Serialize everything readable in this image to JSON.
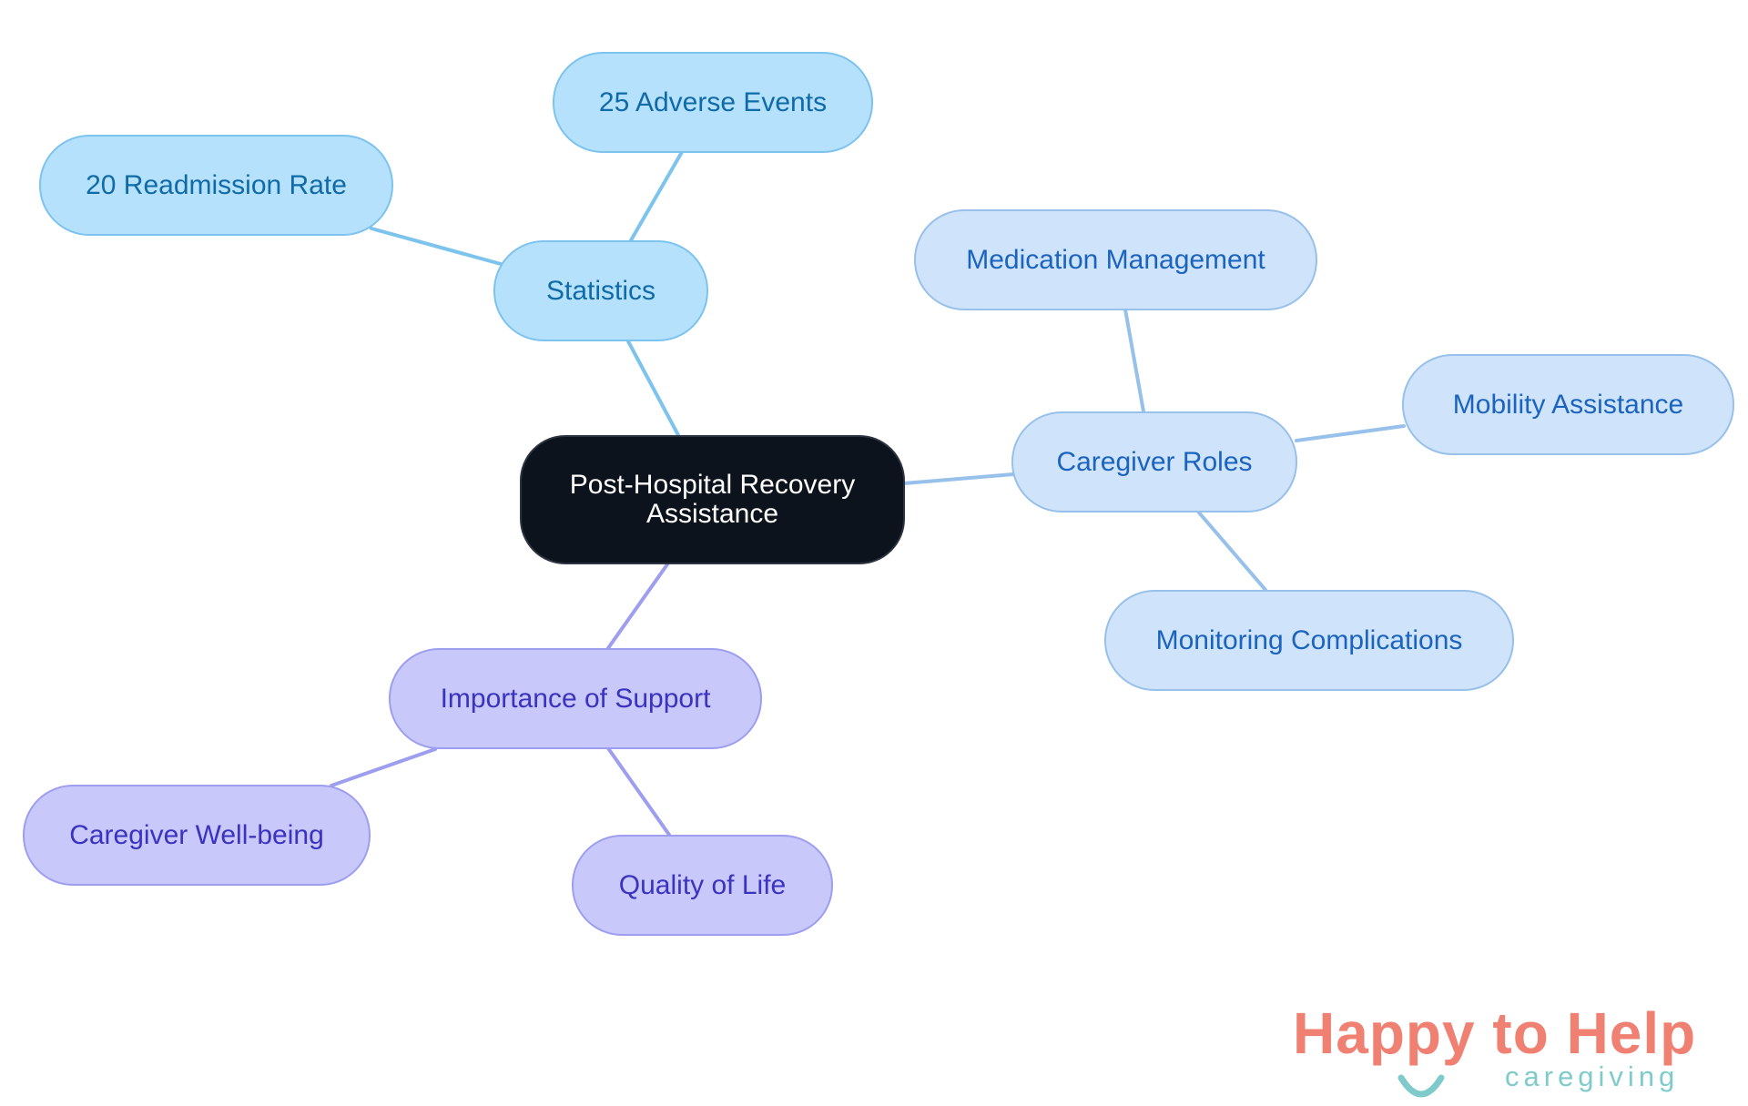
{
  "diagram": {
    "root": {
      "label_line1": "Post-Hospital Recovery",
      "label_line2": "Assistance"
    },
    "branches": {
      "statistics": {
        "label": "Statistics",
        "children": {
          "adverse_events": "25 Adverse Events",
          "readmission_rate": "20 Readmission Rate"
        }
      },
      "caregiver_roles": {
        "label": "Caregiver Roles",
        "children": {
          "medication_management": "Medication Management",
          "mobility_assistance": "Mobility Assistance",
          "monitoring_complications": "Monitoring Complications"
        }
      },
      "importance_of_support": {
        "label": "Importance of Support",
        "children": {
          "caregiver_wellbeing": "Caregiver Well-being",
          "quality_of_life": "Quality of Life"
        }
      }
    },
    "colors": {
      "statistics_edge": "#7cc3ee",
      "caregiver_edge": "#97c0ea",
      "support_edge": "#9d9ef0",
      "root_fill": "#0c131c"
    }
  },
  "logo": {
    "text_main": "Happy to Help",
    "text_sub": "caregiving"
  }
}
